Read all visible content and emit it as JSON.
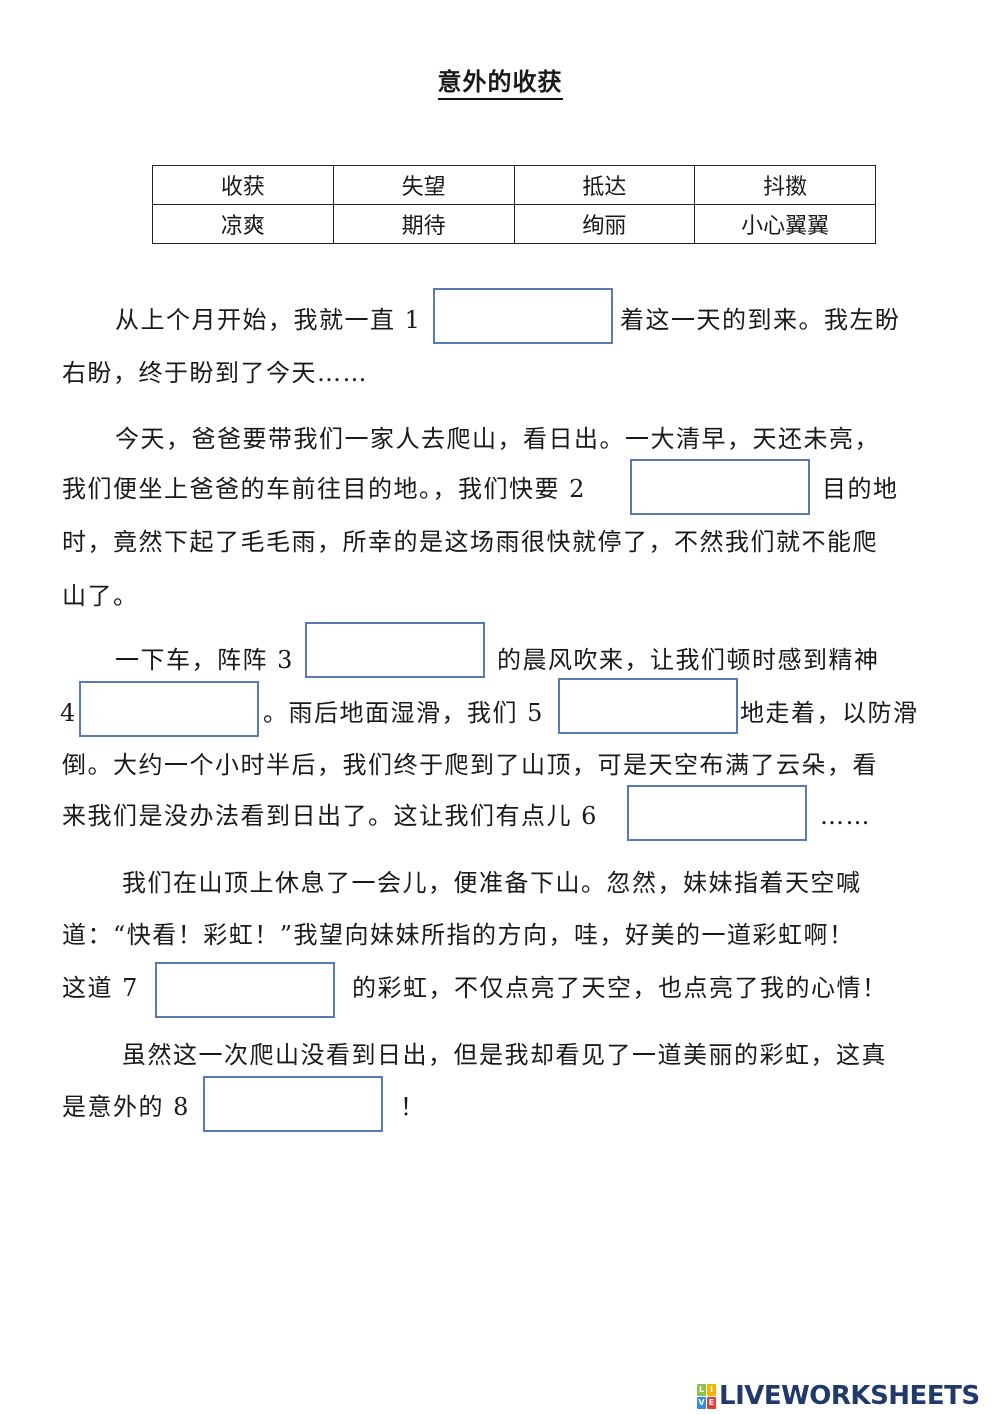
{
  "title": "意外的收获",
  "word_bank": {
    "rows": [
      [
        "收获",
        "失望",
        "抵达",
        "抖擞"
      ],
      [
        "凉爽",
        "期待",
        "绚丽",
        "小心翼翼"
      ]
    ]
  },
  "lines": [
    "从上个月开始，我就一直 1",
    "着这一天的到来。我左盼",
    "右盼，终于盼到了今天……",
    "今天，爸爸要带我们一家人去爬山，看日出。一大清早，天还未亮，",
    "我们便坐上爸爸的车前往目的地。，我们快要 2",
    "目的地",
    "时，竟然下起了毛毛雨，所幸的是这场雨很快就停了，不然我们就不能爬",
    "山了。",
    "一下车，阵阵 3",
    "的晨风吹来，让我们顿时感到精神",
    "4",
    "。雨后地面湿滑，我们 5",
    "地走着，以防滑",
    "倒。大约一个小时半后，我们终于爬到了山顶，可是天空布满了云朵，看",
    "来我们是没办法看到日出了。这让我们有点儿 6",
    "……",
    "我们在山顶上休息了一会儿，便准备下山。忽然，妹妹指着天空喊",
    "道：“快看！彩虹！”我望向妹妹所指的方向，哇，好美的一道彩虹啊！",
    "这道 7",
    "的彩虹，不仅点亮了天空，也点亮了我的心情！",
    "虽然这一次爬山没看到日出，但是我却看见了一道美丽的彩虹，这真",
    "是意外的 8",
    "！"
  ],
  "blanks": [
    {
      "number": 1,
      "value": ""
    },
    {
      "number": 2,
      "value": ""
    },
    {
      "number": 3,
      "value": ""
    },
    {
      "number": 4,
      "value": ""
    },
    {
      "number": 5,
      "value": ""
    },
    {
      "number": 6,
      "value": ""
    },
    {
      "number": 7,
      "value": ""
    },
    {
      "number": 8,
      "value": ""
    }
  ],
  "colors": {
    "blank_border": "#5a7ab4",
    "logo_text": "#1f3a6b",
    "logo_L": "#8bc34a",
    "logo_I": "#f5b400",
    "logo_V": "#2f8fd6",
    "logo_E": "#e53935"
  },
  "logo": {
    "letters": [
      "L",
      "I",
      "V",
      "E"
    ],
    "text": "LIVEWORKSHEETS"
  }
}
